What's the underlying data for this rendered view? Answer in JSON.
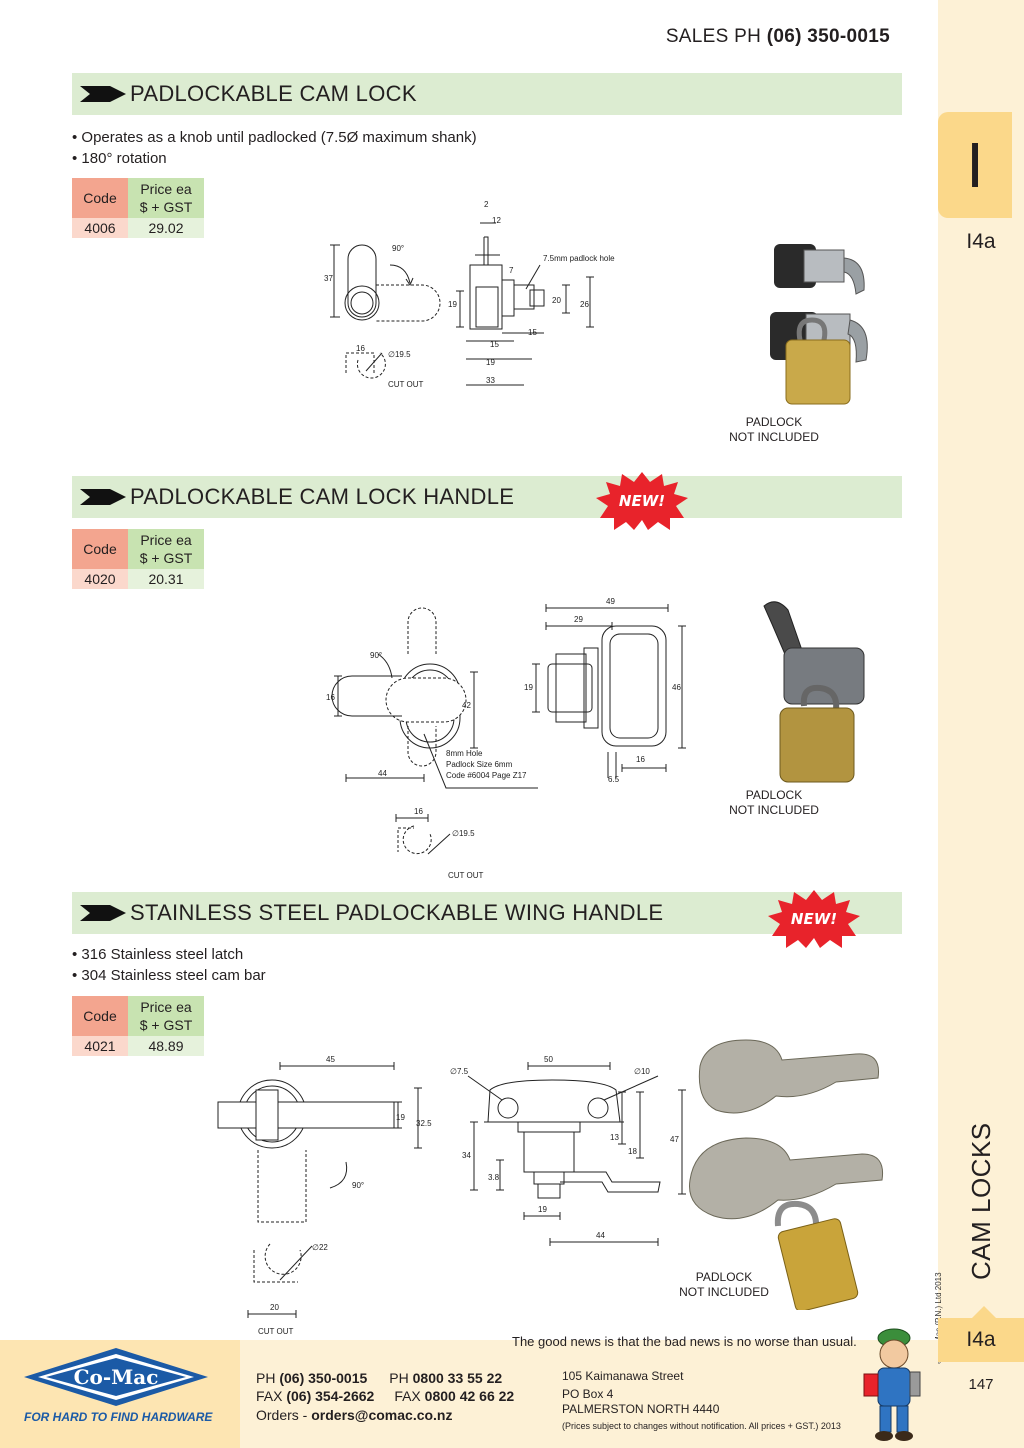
{
  "header": {
    "sales_label": "SALES  PH ",
    "sales_phone": "(06) 350-0015"
  },
  "side_tab": {
    "letter": "I",
    "code": "I4a",
    "category": "CAM LOCKS",
    "copyright": "© Co-Mac (P.N.) Ltd 2013",
    "bottom_code": "I4a",
    "page_number": "147"
  },
  "table_headers": {
    "code": "Code",
    "price_line1": "Price ea",
    "price_line2": "$ + GST"
  },
  "padlock_caption": {
    "line1": "PADLOCK",
    "line2": "NOT INCLUDED"
  },
  "badge": {
    "label": "NEW!",
    "color": "#e8232b"
  },
  "section1": {
    "title": "PADLOCKABLE CAM LOCK",
    "bullets": [
      "• Operates as a knob until padlocked (7.5Ø maximum shank)",
      "• 180° rotation"
    ],
    "code": "4006",
    "price": "29.02",
    "dims": {
      "d2": "2",
      "d12": "12",
      "d7": "7",
      "hole": "7.5mm padlock hole",
      "d90": "90°",
      "d37": "37",
      "d19a": "19",
      "d20": "20",
      "d26": "26",
      "d15a": "15",
      "d15b": "15",
      "d19b": "19",
      "d33": "33",
      "d16": "16",
      "dia": "∅19.5",
      "cutout": "CUT OUT"
    }
  },
  "section2": {
    "title": "PADLOCKABLE CAM LOCK HANDLE",
    "code": "4020",
    "price": "20.31",
    "dims": {
      "d49": "49",
      "d29": "29",
      "d90": "90°",
      "d16a": "16",
      "d42": "42",
      "d19": "19",
      "d46": "46",
      "hole1": "8mm Hole",
      "hole2": "Padlock Size 6mm",
      "hole3": "Code #6004 Page Z17",
      "d44": "44",
      "d16b": "16",
      "d65": "6.5",
      "d16c": "16",
      "dia": "∅19.5",
      "cutout": "CUT OUT"
    }
  },
  "section3": {
    "title": "STAINLESS STEEL PADLOCKABLE WING HANDLE",
    "bullets": [
      "• 316 Stainless steel latch",
      "• 304 Stainless steel cam bar"
    ],
    "code": "4021",
    "price": "48.89",
    "dims": {
      "d45": "45",
      "d19": "19",
      "d325": "32.5",
      "d90": "90°",
      "dia22": "∅22",
      "d20": "20",
      "cutout": "CUT OUT",
      "dia75": "∅7.5",
      "d50": "50",
      "dia10": "∅10",
      "d34": "34",
      "d13": "13",
      "d18": "18",
      "d47": "47",
      "d38": "3.8",
      "d19b": "19",
      "d44": "44"
    }
  },
  "footer": {
    "news": "The good news is that the bad news is no worse than usual.",
    "logo": "Co-Mac",
    "tagline": "FOR HARD TO FIND HARDWARE",
    "ph_label": "PH ",
    "ph": "(06)  350-0015",
    "ph2_label": "PH ",
    "ph2": "0800 33 55 22",
    "fax_label": "FAX ",
    "fax": "(06) 354-2662",
    "fax2_label": "FAX ",
    "fax2": "0800 42 66 22",
    "orders_label": "Orders - ",
    "orders": "orders@comac.co.nz",
    "addr1": "105 Kaimanawa Street",
    "addr2": "PO Box 4",
    "addr3": "PALMERSTON NORTH 4440",
    "note": "(Prices subject to changes without notification.  All prices + GST.)  2013",
    "brand_color": "#1b5aa6"
  }
}
